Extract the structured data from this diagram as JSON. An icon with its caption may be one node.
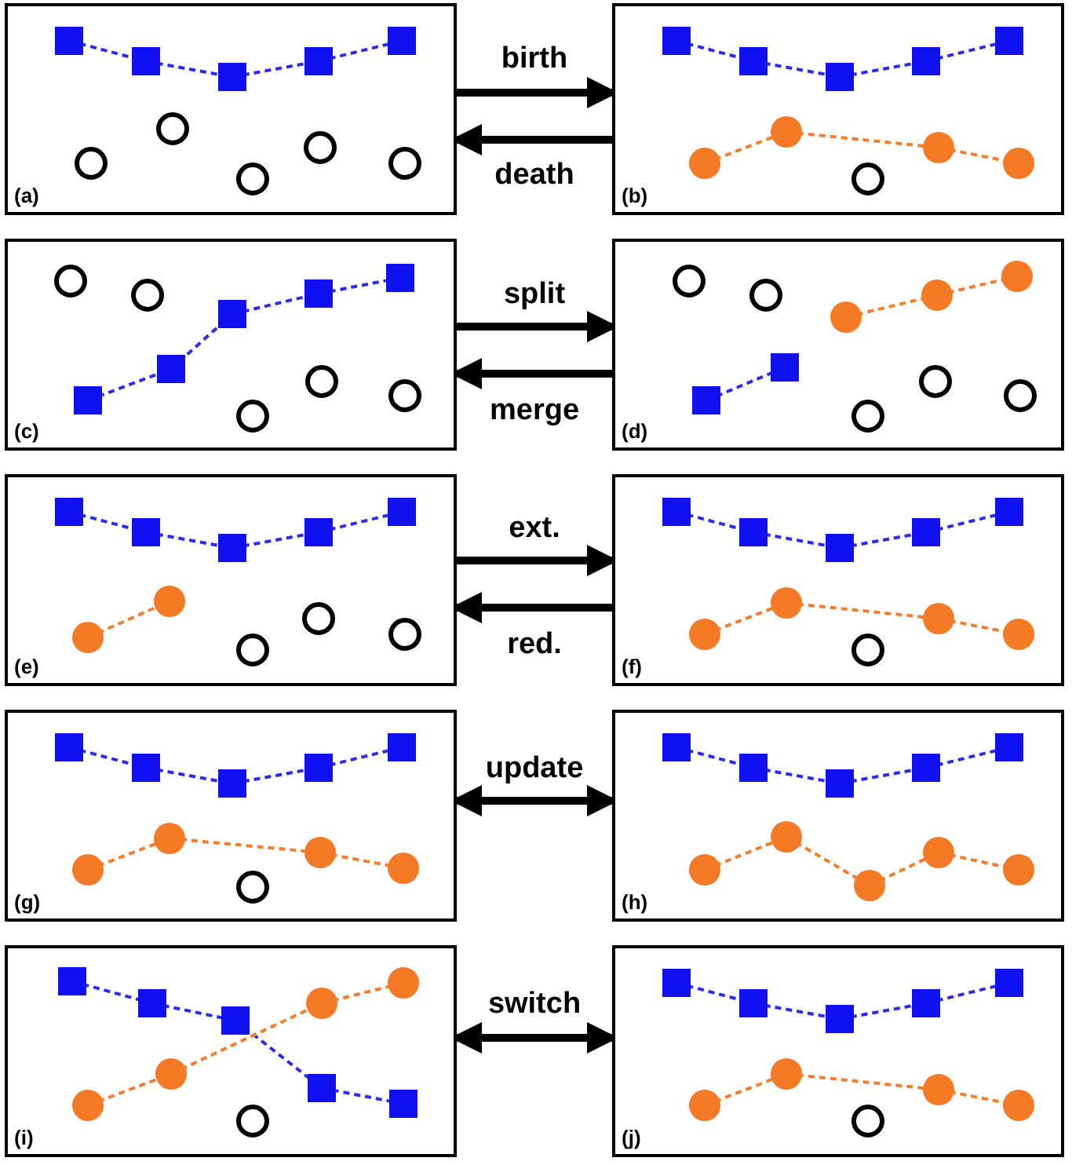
{
  "diagram": {
    "nodes": [
      {
        "text": [
          "(a)"
        ]
      },
      {
        "text": [
          "(b)"
        ]
      },
      {
        "text": [
          "(c)"
        ]
      },
      {
        "text": [
          "(d)"
        ]
      },
      {
        "text": [
          "(e)"
        ]
      },
      {
        "text": [
          "(f)"
        ]
      },
      {
        "text": [
          "(g)"
        ]
      },
      {
        "text": [
          "(h)"
        ]
      },
      {
        "text": [
          "(i)"
        ]
      },
      {
        "text": [
          "(j)"
        ]
      }
    ],
    "edges": [
      {
        "from": 0,
        "to": 1,
        "arrow": "to",
        "label": "birth"
      },
      {
        "from": 1,
        "to": 0,
        "arrow": "to",
        "label": "death"
      },
      {
        "from": 2,
        "to": 3,
        "arrow": "to",
        "label": "split"
      },
      {
        "from": 3,
        "to": 2,
        "arrow": "to",
        "label": "merge"
      },
      {
        "from": 4,
        "to": 5,
        "arrow": "to",
        "label": "ext."
      },
      {
        "from": 5,
        "to": 4,
        "arrow": "to",
        "label": "red."
      },
      {
        "from": 6,
        "to": 7,
        "arrow": "both",
        "label": "update"
      },
      {
        "from": 8,
        "to": 9,
        "arrow": "both",
        "label": "switch"
      }
    ]
  }
}
